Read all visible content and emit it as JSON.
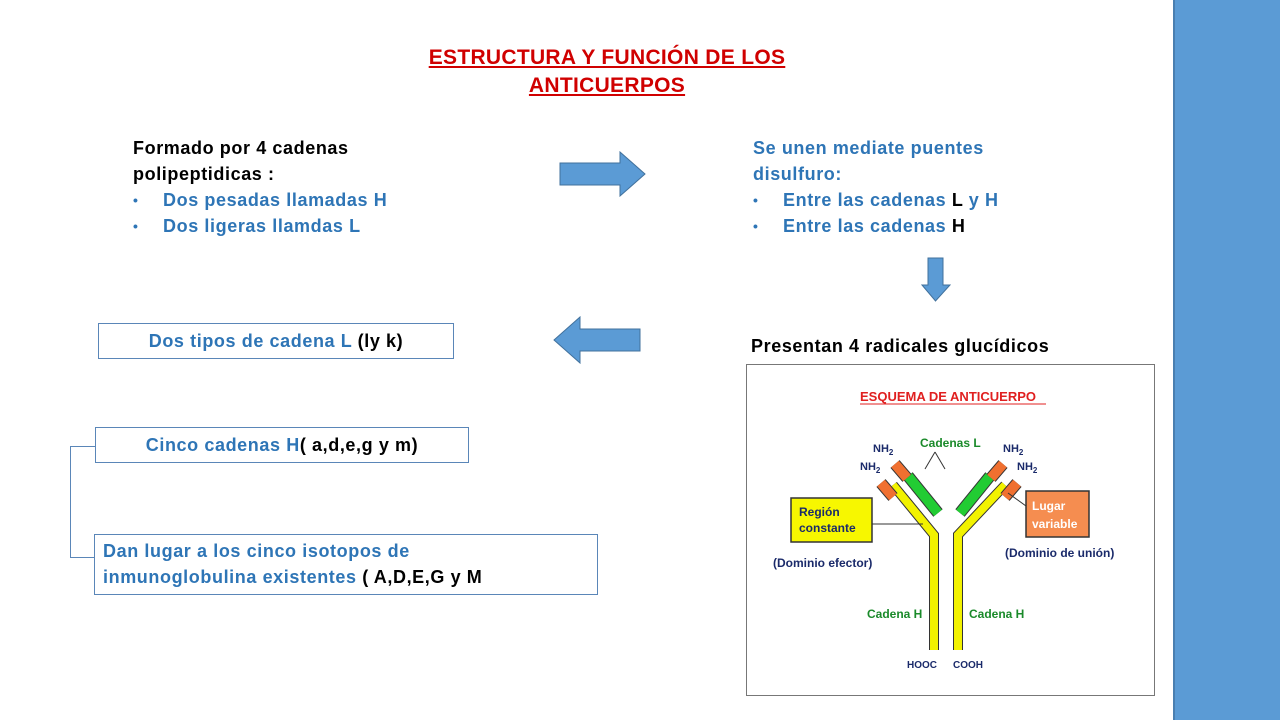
{
  "slide": {
    "title_line1": "ESTRUCTURA Y FUNCIÓN DE LOS",
    "title_line2": "ANTICUERPOS",
    "block1": {
      "intro_line1": "Formado por 4 cadenas",
      "intro_line2": "polipeptidicas :",
      "bullet1_text": "Dos pesadas llamadas ",
      "bullet1_letter": "H",
      "bullet2_text": "Dos ligeras llamdas ",
      "bullet2_letter": "L"
    },
    "block2": {
      "intro_line1": "Se unen mediate puentes",
      "intro_line2": "disulfuro:",
      "bullet1_prefix": "Entre las cadenas ",
      "bullet1_l": "L",
      "bullet1_mid": " y ",
      "bullet1_h": "H",
      "bullet2_prefix": "Entre  las cadenas ",
      "bullet2_h": "H"
    },
    "bullet_char": "•",
    "presentan": "Presentan 4 radicales glucídicos",
    "box1": {
      "prefix": "Dos tipos de cadena ",
      "letter": "L",
      "suffix": " (ly k)"
    },
    "box2": {
      "prefix": "Cinco cadenas ",
      "letter": "H",
      "suffix": "( a,d,e,g y m)"
    },
    "box3": {
      "line1": "Dan lugar a los cinco isotopos de",
      "line2_blue": "inmunoglobulina existentes",
      "line2_black": " ( A,D,E,G y M"
    },
    "diagram": {
      "title": "ESQUEMA DE ANTICUERPO",
      "nh2": "NH",
      "nh2_sub": "2",
      "cadenas_l": "Cadenas L",
      "region_line1": "Región",
      "region_line2": "constante",
      "dominio_efector": "(Dominio efector)",
      "lugar_line1": "Lugar",
      "lugar_line2": "variable",
      "dominio_union": "(Dominio de unión)",
      "cadena_h": "Cadena H",
      "hooc": "HOOC",
      "cooh": "COOH"
    },
    "colors": {
      "title_red": "#d00000",
      "text_blue": "#2e75b6",
      "arrow_blue": "#5b9bd5",
      "sidebar_blue": "#5b9bd5",
      "heavy_yellow": "#f2f200",
      "light_green": "#22cc33",
      "variable_orange": "#f07030",
      "diagram_title_red": "#e02020",
      "label_green": "#1a8a2a"
    }
  }
}
